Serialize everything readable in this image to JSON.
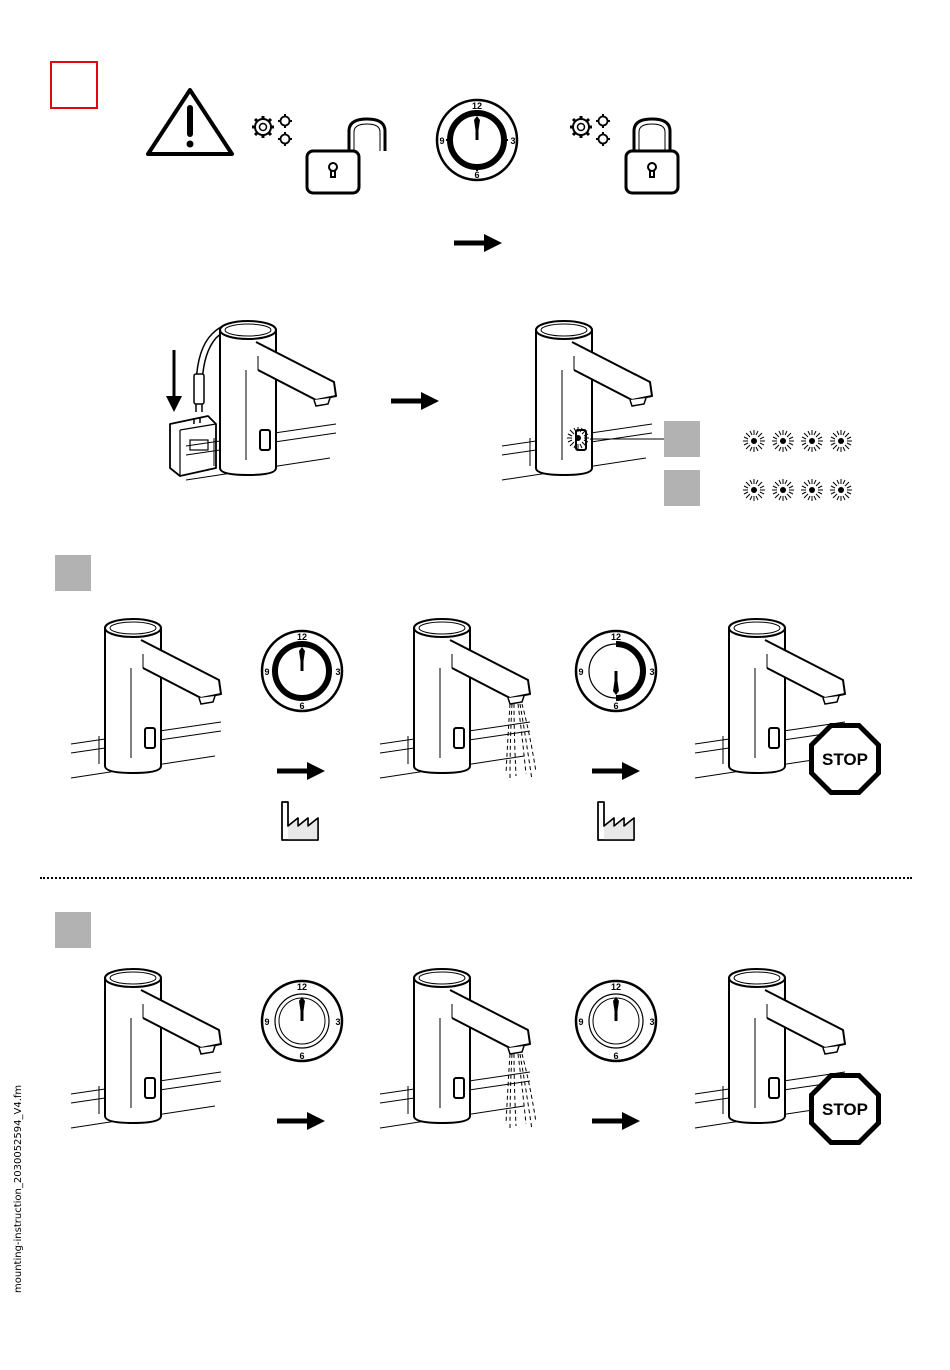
{
  "icons": {
    "warning": "warning-triangle-icon",
    "gears": "gears-icon",
    "unlocked": "padlock-open-icon",
    "locked": "padlock-closed-icon",
    "clock": "clock-icon",
    "arrow": "arrow-right-icon",
    "factory": "factory-icon",
    "stop": "stop-sign-icon",
    "led": "led-blink-icon",
    "faucet": "sensor-faucet-icon",
    "battery": "battery-box-icon"
  },
  "clock": {
    "n12": "12",
    "n3": "3",
    "n6": "6",
    "n9": "9"
  },
  "stop": {
    "label": "STOP"
  },
  "colors": {
    "accent_red": "#e30613",
    "grey_square": "#b2b2b2",
    "ink": "#000000"
  },
  "footer": {
    "file_label": "mounting-instruction_2030052594_V4.fm"
  }
}
